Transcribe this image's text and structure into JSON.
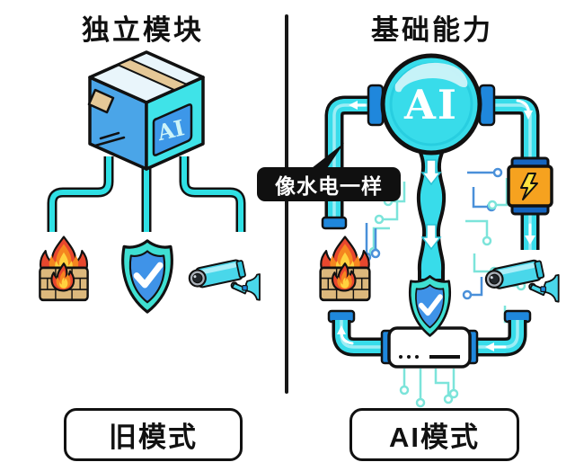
{
  "left_panel": {
    "title": "独立模块",
    "box_label": "AI",
    "footer_label": "旧模式",
    "icons": [
      "firewall-icon",
      "shield-check-icon",
      "cctv-camera-icon"
    ]
  },
  "right_panel": {
    "title": "基础能力",
    "reservoir_label": "AI",
    "callout": "像水电一样",
    "footer_label": "AI模式",
    "icons": [
      "firewall-icon",
      "shield-check-icon",
      "cctv-camera-icon",
      "lightning-icon"
    ]
  },
  "colors": {
    "pipe_cyan": "#38dcea",
    "connector_blue": "#1f87dc",
    "power_orange": "#f6a21f",
    "shield_teal": "#3fe0d2",
    "shield_blue": "#3f93e8",
    "flame_red": "#e8472e",
    "flame_orange": "#f5861f",
    "flame_yellow": "#ffd23f",
    "brick_tan": "#dcb87c",
    "trace_teal": "#7ce4da",
    "trace_blue": "#4a90d9",
    "callout_bg": "#101010",
    "outline": "#111111"
  }
}
